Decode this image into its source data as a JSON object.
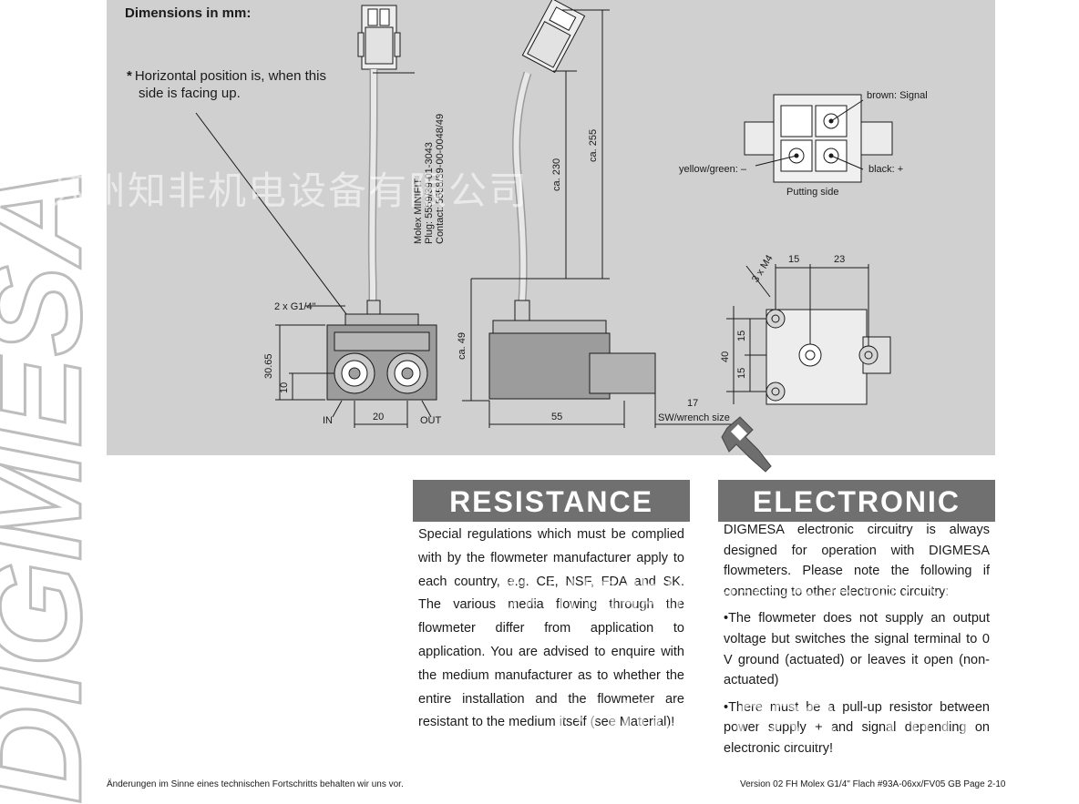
{
  "brand": {
    "text": "DIGMESA"
  },
  "drawing": {
    "title": "Dimensions in mm:",
    "note": {
      "star": "*",
      "line1": "Horizontal position is, when this",
      "line2": "side is facing up."
    },
    "connector": {
      "line1": "Molex MINIFIT",
      "line2": "Plug: 5559/39-01-3043",
      "line3": "Contact: 5558/39-00-0048/49"
    },
    "labels": {
      "thread": "2 x G1/4\"",
      "in": "IN",
      "out": "OUT",
      "d20": "20",
      "d3065": "30.65",
      "d10": "10",
      "d49": "ca. 49",
      "d55": "55",
      "d230": "ca. 230",
      "d255": "ca. 255",
      "d17": "17",
      "wrench": "SW/wrench size",
      "d15a": "15",
      "d23": "23",
      "m4": "3 x M4",
      "d40": "40",
      "d15b": "15",
      "d15c": "15"
    },
    "pins": {
      "brown": "brown: Signal",
      "yellow": "yellow/green: –",
      "black": "black: +",
      "putting": "Putting side"
    }
  },
  "resistance": {
    "title": "RESISTANCE",
    "text": "Special regulations which must be complied with by the flowmeter manufacturer apply to each country, e.g. CE, NSF, FDA and SK. The various media flowing through the flowmeter differ from application to application. You are advised to enquire with the medium manufacturer as to whether the entire installation and the flowmeter are resistant to the medium itself (see Material)!"
  },
  "electronic": {
    "title": "ELECTRONIC",
    "intro": "DIGMESA electronic circuitry is always designed for operation with DIGMESA flowmeters. Please note the following if connecting to other electronic circuitry:",
    "bullet1": "•The flowmeter does not supply an output voltage but switches the signal terminal to 0 V ground (actuated) or leaves it open (non-actuated)",
    "bullet2": "•There must be a pull-up resistor between power supply + and signal depending on electronic circuitry!"
  },
  "footer": {
    "left": "Änderungen im Sinne eines technischen Fortschritts behalten wir uns vor.",
    "right": "Version 02  FH Molex G1/4\" Flach #93A-06xx/FV05  GB     Page 2-10"
  },
  "watermarks": {
    "top": "苏州知非机电设备有限公司",
    "mid": "苏州知非机电设备有限公司",
    "bottom": "chifei1688.com"
  },
  "colors": {
    "panel": "#d0d0d0",
    "header": "#707070",
    "brand": "#b8b8b8"
  }
}
